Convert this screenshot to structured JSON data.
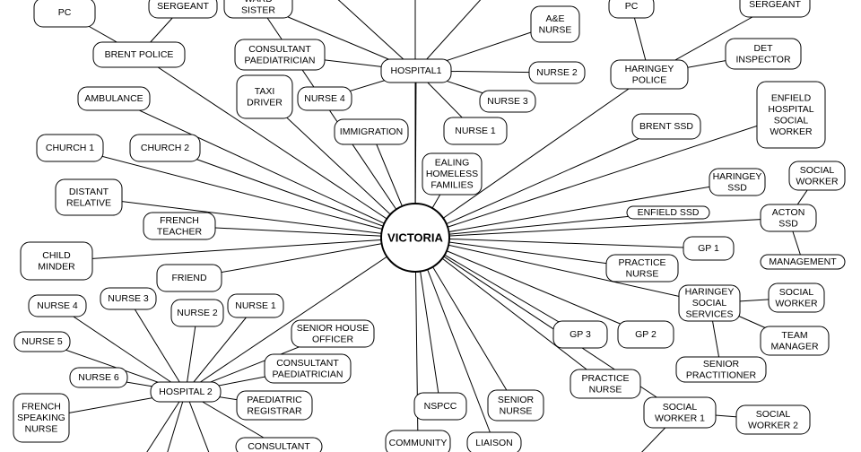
{
  "center": {
    "id": "victoria",
    "lines": [
      "VICTORIA"
    ]
  },
  "nodes": [
    {
      "id": "pc-left",
      "lines": [
        "PC"
      ]
    },
    {
      "id": "sergeant-left",
      "lines": [
        "SERGEANT"
      ]
    },
    {
      "id": "brent-police",
      "lines": [
        "BRENT POLICE"
      ]
    },
    {
      "id": "ward-sister",
      "lines": [
        "WARD",
        "SISTER"
      ]
    },
    {
      "id": "consultant-paed-1",
      "lines": [
        "CONSULTANT",
        "PAEDIATRICIAN"
      ]
    },
    {
      "id": "hospital-1",
      "lines": [
        "HOSPITAL1"
      ]
    },
    {
      "id": "ae-nurse",
      "lines": [
        "A&E",
        "NURSE"
      ]
    },
    {
      "id": "nurse-2-top",
      "lines": [
        "NURSE 2"
      ]
    },
    {
      "id": "nurse-3-top",
      "lines": [
        "NURSE 3"
      ]
    },
    {
      "id": "nurse-1-top",
      "lines": [
        "NURSE 1"
      ]
    },
    {
      "id": "nurse-4-top",
      "lines": [
        "NURSE 4"
      ]
    },
    {
      "id": "taxi-driver",
      "lines": [
        "TAXI",
        "DRIVER"
      ]
    },
    {
      "id": "ambulance",
      "lines": [
        "AMBULANCE"
      ]
    },
    {
      "id": "immigration",
      "lines": [
        "IMMIGRATION"
      ]
    },
    {
      "id": "ealing-homeless",
      "lines": [
        "EALING",
        "HOMELESS",
        "FAMILIES"
      ]
    },
    {
      "id": "pc-right",
      "lines": [
        "PC"
      ]
    },
    {
      "id": "sergeant-right",
      "lines": [
        "SERGEANT"
      ]
    },
    {
      "id": "haringey-police",
      "lines": [
        "HARINGEY",
        "POLICE"
      ]
    },
    {
      "id": "det-inspector",
      "lines": [
        "DET",
        "INSPECTOR"
      ]
    },
    {
      "id": "enfield-hospital-sw",
      "lines": [
        "ENFIELD",
        "HOSPITAL",
        "SOCIAL",
        "WORKER"
      ]
    },
    {
      "id": "brent-ssd",
      "lines": [
        "BRENT SSD"
      ]
    },
    {
      "id": "church-1",
      "lines": [
        "CHURCH 1"
      ]
    },
    {
      "id": "church-2",
      "lines": [
        "CHURCH 2"
      ]
    },
    {
      "id": "distant-relative",
      "lines": [
        "DISTANT",
        "RELATIVE"
      ]
    },
    {
      "id": "french-teacher",
      "lines": [
        "FRENCH",
        "TEACHER"
      ]
    },
    {
      "id": "haringey-ssd",
      "lines": [
        "HARINGEY",
        "SSD"
      ]
    },
    {
      "id": "social-worker-acton",
      "lines": [
        "SOCIAL",
        "WORKER"
      ]
    },
    {
      "id": "enfield-ssd",
      "lines": [
        "ENFIELD SSD"
      ]
    },
    {
      "id": "acton-ssd",
      "lines": [
        "ACTON",
        "SSD"
      ]
    },
    {
      "id": "management",
      "lines": [
        "MANAGEMENT"
      ]
    },
    {
      "id": "child-minder",
      "lines": [
        "CHILD",
        "MINDER"
      ]
    },
    {
      "id": "friend",
      "lines": [
        "FRIEND"
      ]
    },
    {
      "id": "gp-1",
      "lines": [
        "GP 1"
      ]
    },
    {
      "id": "practice-nurse-1",
      "lines": [
        "PRACTICE",
        "NURSE"
      ]
    },
    {
      "id": "haringey-social-services",
      "lines": [
        "HARINGEY",
        "SOCIAL",
        "SERVICES"
      ]
    },
    {
      "id": "social-worker-haringey",
      "lines": [
        "SOCIAL",
        "WORKER"
      ]
    },
    {
      "id": "team-manager",
      "lines": [
        "TEAM",
        "MANAGER"
      ]
    },
    {
      "id": "senior-practitioner",
      "lines": [
        "SENIOR",
        "PRACTITIONER"
      ]
    },
    {
      "id": "nurse-4-left",
      "lines": [
        "NURSE 4"
      ]
    },
    {
      "id": "nurse-3-left",
      "lines": [
        "NURSE 3"
      ]
    },
    {
      "id": "nurse-2-left",
      "lines": [
        "NURSE 2"
      ]
    },
    {
      "id": "nurse-1-left",
      "lines": [
        "NURSE 1"
      ]
    },
    {
      "id": "nurse-5",
      "lines": [
        "NURSE 5"
      ]
    },
    {
      "id": "senior-house-officer",
      "lines": [
        "SENIOR HOUSE",
        "OFFICER"
      ]
    },
    {
      "id": "consultant-paed-2",
      "lines": [
        "CONSULTANT",
        "PAEDIATRICIAN"
      ]
    },
    {
      "id": "nurse-6",
      "lines": [
        "NURSE 6"
      ]
    },
    {
      "id": "hospital-2",
      "lines": [
        "HOSPITAL 2"
      ]
    },
    {
      "id": "paediatric-registrar",
      "lines": [
        "PAEDIATRIC",
        "REGISTRAR"
      ]
    },
    {
      "id": "french-speaking-nurse",
      "lines": [
        "FRENCH",
        "SPEAKING",
        "NURSE"
      ]
    },
    {
      "id": "consultant-bottom",
      "lines": [
        "CONSULTANT"
      ]
    },
    {
      "id": "gp-3",
      "lines": [
        "GP 3"
      ]
    },
    {
      "id": "gp-2",
      "lines": [
        "GP 2"
      ]
    },
    {
      "id": "practice-nurse-2",
      "lines": [
        "PRACTICE",
        "NURSE"
      ]
    },
    {
      "id": "nspcc",
      "lines": [
        "NSPCC"
      ]
    },
    {
      "id": "senior-nurse",
      "lines": [
        "SENIOR",
        "NURSE"
      ]
    },
    {
      "id": "community",
      "lines": [
        "COMMUNITY"
      ]
    },
    {
      "id": "liaison",
      "lines": [
        "LIAISON"
      ]
    },
    {
      "id": "social-worker-1",
      "lines": [
        "SOCIAL",
        "WORKER 1"
      ]
    },
    {
      "id": "social-worker-2",
      "lines": [
        "SOCIAL",
        "WORKER 2"
      ]
    }
  ],
  "edges": [
    [
      "victoria",
      "brent-police"
    ],
    [
      "victoria",
      "ward-sister"
    ],
    [
      "victoria",
      "hospital-1"
    ],
    [
      "victoria",
      "taxi-driver"
    ],
    [
      "victoria",
      "ambulance"
    ],
    [
      "victoria",
      "immigration"
    ],
    [
      "victoria",
      "ealing-homeless"
    ],
    [
      "victoria",
      "haringey-police"
    ],
    [
      "victoria",
      "enfield-hospital-sw"
    ],
    [
      "victoria",
      "brent-ssd"
    ],
    [
      "victoria",
      "church-1"
    ],
    [
      "victoria",
      "church-2"
    ],
    [
      "victoria",
      "distant-relative"
    ],
    [
      "victoria",
      "french-teacher"
    ],
    [
      "victoria",
      "haringey-ssd"
    ],
    [
      "victoria",
      "enfield-ssd"
    ],
    [
      "victoria",
      "acton-ssd"
    ],
    [
      "victoria",
      "child-minder"
    ],
    [
      "victoria",
      "friend"
    ],
    [
      "victoria",
      "gp-1"
    ],
    [
      "victoria",
      "practice-nurse-1"
    ],
    [
      "victoria",
      "haringey-social-services"
    ],
    [
      "victoria",
      "gp-3"
    ],
    [
      "victoria",
      "gp-2"
    ],
    [
      "victoria",
      "practice-nurse-2"
    ],
    [
      "victoria",
      "nspcc"
    ],
    [
      "victoria",
      "senior-nurse"
    ],
    [
      "victoria",
      "community"
    ],
    [
      "victoria",
      "liaison"
    ],
    [
      "victoria",
      "hospital-2"
    ],
    [
      "victoria",
      "social-worker-1"
    ],
    [
      "victoria",
      "top-offscreen"
    ],
    [
      "brent-police",
      "pc-left"
    ],
    [
      "brent-police",
      "sergeant-left"
    ],
    [
      "hospital-1",
      "consultant-paed-1"
    ],
    [
      "hospital-1",
      "ae-nurse"
    ],
    [
      "hospital-1",
      "nurse-2-top"
    ],
    [
      "hospital-1",
      "nurse-3-top"
    ],
    [
      "hospital-1",
      "nurse-1-top"
    ],
    [
      "hospital-1",
      "nurse-4-top"
    ],
    [
      "hospital-1",
      "ward-sister"
    ],
    [
      "hospital-1",
      "top-offscreen-2"
    ],
    [
      "hospital-1",
      "top-offscreen-3"
    ],
    [
      "haringey-police",
      "pc-right"
    ],
    [
      "haringey-police",
      "sergeant-right"
    ],
    [
      "haringey-police",
      "det-inspector"
    ],
    [
      "acton-ssd",
      "social-worker-acton"
    ],
    [
      "acton-ssd",
      "management"
    ],
    [
      "haringey-social-services",
      "social-worker-haringey"
    ],
    [
      "haringey-social-services",
      "team-manager"
    ],
    [
      "haringey-social-services",
      "senior-practitioner"
    ],
    [
      "hospital-2",
      "nurse-4-left"
    ],
    [
      "hospital-2",
      "nurse-3-left"
    ],
    [
      "hospital-2",
      "nurse-2-left"
    ],
    [
      "hospital-2",
      "nurse-1-left"
    ],
    [
      "hospital-2",
      "nurse-5"
    ],
    [
      "hospital-2",
      "senior-house-officer"
    ],
    [
      "hospital-2",
      "consultant-paed-2"
    ],
    [
      "hospital-2",
      "nurse-6"
    ],
    [
      "hospital-2",
      "paediatric-registrar"
    ],
    [
      "hospital-2",
      "french-speaking-nurse"
    ],
    [
      "hospital-2",
      "consultant-bottom"
    ],
    [
      "hospital-2",
      "bottom-offscreen-1"
    ],
    [
      "hospital-2",
      "bottom-offscreen-2"
    ],
    [
      "hospital-2",
      "bottom-offscreen-3"
    ],
    [
      "social-worker-1",
      "social-worker-2"
    ],
    [
      "social-worker-1",
      "bottom-offscreen-4"
    ]
  ]
}
